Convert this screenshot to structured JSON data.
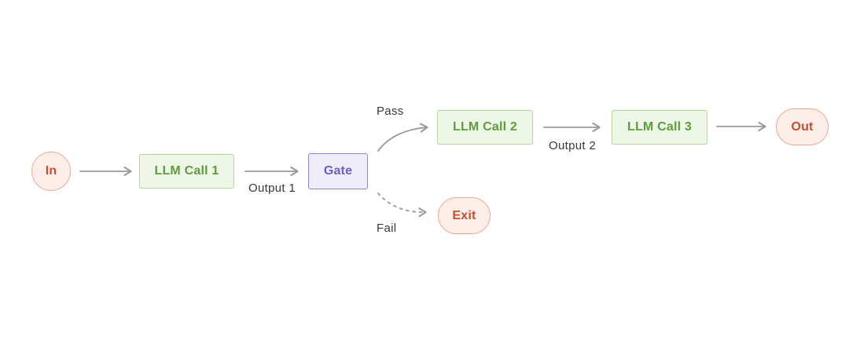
{
  "diagram": {
    "kind": "llm-workflow-gate-chain"
  },
  "nodes": {
    "in": {
      "label": "In",
      "type": "start-terminal"
    },
    "llm_call_1": {
      "label": "LLM Call 1",
      "type": "process"
    },
    "gate": {
      "label": "Gate",
      "type": "decision"
    },
    "llm_call_2": {
      "label": "LLM Call 2",
      "type": "process"
    },
    "llm_call_3": {
      "label": "LLM Call 3",
      "type": "process"
    },
    "exit": {
      "label": "Exit",
      "type": "end-terminal"
    },
    "out": {
      "label": "Out",
      "type": "end-terminal"
    }
  },
  "edges": {
    "in_to_llm1": {
      "label": "",
      "style": "solid"
    },
    "llm1_to_gate": {
      "label": "Output 1",
      "style": "solid"
    },
    "gate_to_llm2": {
      "label": "Pass",
      "style": "solid"
    },
    "gate_to_exit": {
      "label": "Fail",
      "style": "dashed"
    },
    "llm2_to_llm3": {
      "label": "Output 2",
      "style": "solid"
    },
    "llm3_to_out": {
      "label": "",
      "style": "solid"
    }
  },
  "colors": {
    "canvas_bg": "#ffffff",
    "arrow": "#9a9a9a",
    "edge_label_text": "#383838",
    "process_fill": "#eef6e8",
    "process_border": "#b2d69b",
    "process_text": "#5b9e3a",
    "decision_fill": "#efedfa",
    "decision_border": "#8f85d6",
    "decision_text": "#6b5fc6",
    "terminal_fill": "#fdeee9",
    "terminal_border": "#edaa93",
    "terminal_text": "#c64e2e"
  }
}
